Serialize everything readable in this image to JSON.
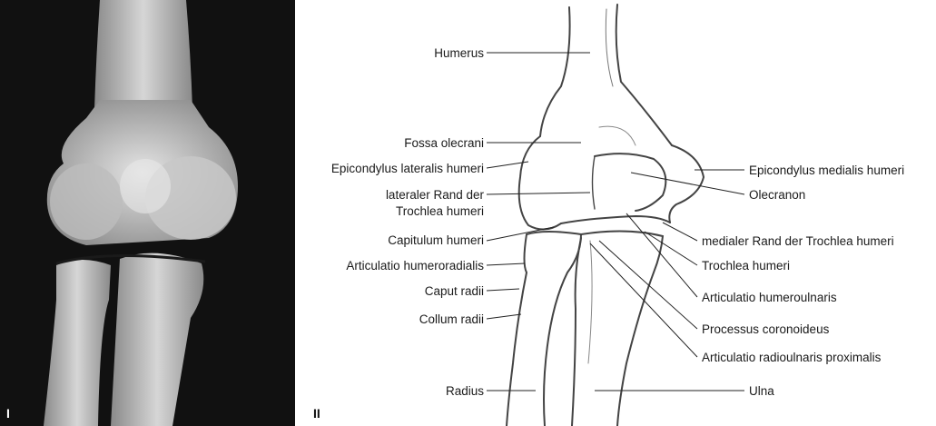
{
  "panels": {
    "xray_label": "I",
    "drawing_label": "II"
  },
  "labels_left": [
    "Humerus",
    "Fossa olecrani",
    "Epicondylus lateralis humeri",
    "lateraler Rand der",
    "Trochlea humeri",
    "Capitulum humeri",
    "Articulatio humeroradialis",
    "Caput radii",
    "Collum radii",
    "Radius"
  ],
  "labels_right": [
    "Epicondylus medialis humeri",
    "Olecranon",
    "medialer Rand der Trochlea humeri",
    "Trochlea humeri",
    "Articulatio humeroulnaris",
    "Processus coronoideus",
    "Articulatio radioulnaris proximalis",
    "Ulna"
  ],
  "colors": {
    "xray_background": "#0e0e0e",
    "bone_light": "#d8d8d8",
    "line": "#333333"
  }
}
